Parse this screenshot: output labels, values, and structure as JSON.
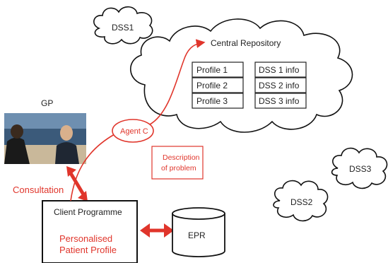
{
  "central_repository": {
    "title": "Central Repository",
    "profiles": [
      "Profile 1",
      "Profile 2",
      "Profile 3"
    ],
    "dss_info": [
      "DSS 1 info",
      "DSS 2 info",
      "DSS 3 info"
    ]
  },
  "clouds": {
    "dss1": "DSS1",
    "dss2": "DSS2",
    "dss3": "DSS3"
  },
  "gp": {
    "label": "GP"
  },
  "agent": {
    "label": "Agent C"
  },
  "description": {
    "line1": "Description",
    "line2": "of problem"
  },
  "consultation": {
    "label": "Consultation"
  },
  "client_programme": {
    "title": "Client Programme",
    "sub_line1": "Personalised",
    "sub_line2": "Patient Profile"
  },
  "epr": {
    "label": "EPR"
  },
  "colors": {
    "accent_red": "#e0352b",
    "line_dark": "#111111"
  }
}
